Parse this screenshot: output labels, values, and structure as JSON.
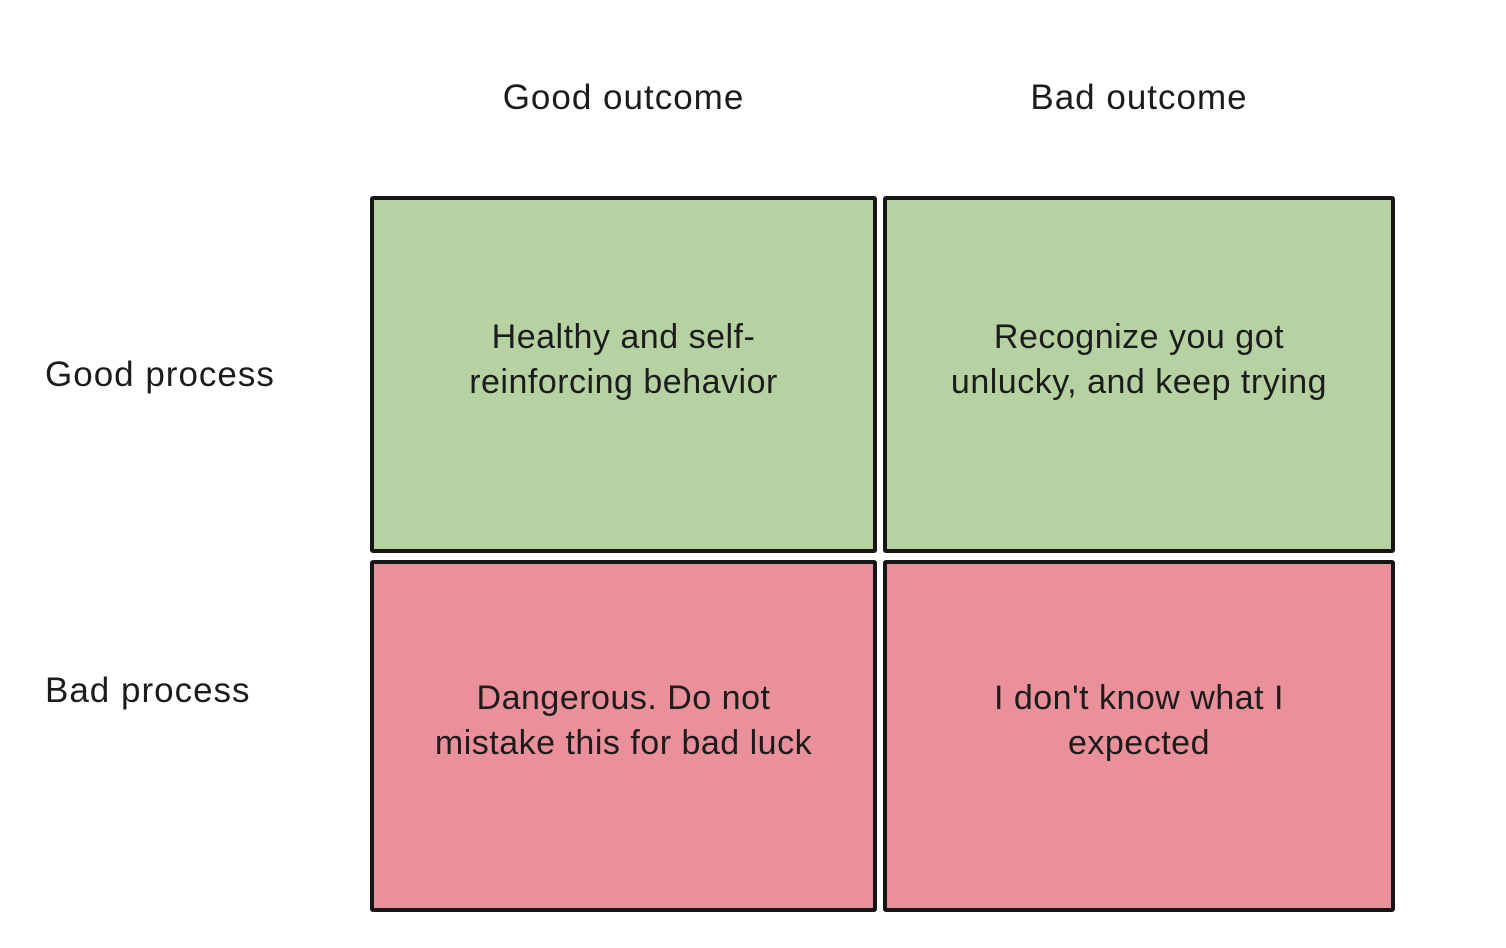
{
  "diagram": {
    "column_headers": [
      {
        "label": "Good outcome"
      },
      {
        "label": "Bad outcome"
      }
    ],
    "row_headers": [
      {
        "label": "Good process"
      },
      {
        "label": "Bad process"
      }
    ],
    "quadrants": [
      {
        "row": "Good process",
        "column": "Good outcome",
        "tone": "positive",
        "text": "Healthy and self-\nreinforcing behavior"
      },
      {
        "row": "Good process",
        "column": "Bad outcome",
        "tone": "positive",
        "text": "Recognize you got\nunlucky, and keep trying"
      },
      {
        "row": "Bad process",
        "column": "Good outcome",
        "tone": "negative",
        "text": "Dangerous. Do not\nmistake this for bad luck"
      },
      {
        "row": "Bad process",
        "column": "Bad outcome",
        "tone": "negative",
        "text": "I don't know what I\nexpected"
      }
    ],
    "colors": {
      "positive_fill": "#b6d2a2",
      "negative_fill": "#e9909a",
      "border": "#161616",
      "text": "#1c1c1c",
      "background": "#ffffff"
    }
  }
}
